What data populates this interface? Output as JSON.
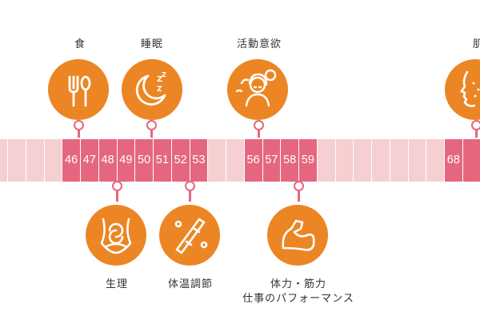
{
  "timeline": {
    "colors": {
      "light_cell": "#f6cfd2",
      "highlight_cell": "#e5677f",
      "badge": "#ec8624"
    },
    "cells": [
      {
        "label": "",
        "highlight": false
      },
      {
        "label": "",
        "highlight": false
      },
      {
        "label": "",
        "highlight": false
      },
      {
        "label": "46",
        "highlight": true
      },
      {
        "label": "47",
        "highlight": true
      },
      {
        "label": "48",
        "highlight": true
      },
      {
        "label": "49",
        "highlight": true
      },
      {
        "label": "50",
        "highlight": true
      },
      {
        "label": "51",
        "highlight": true
      },
      {
        "label": "52",
        "highlight": true
      },
      {
        "label": "53",
        "highlight": true
      },
      {
        "label": "",
        "highlight": false
      },
      {
        "label": "",
        "highlight": false
      },
      {
        "label": "56",
        "highlight": true
      },
      {
        "label": "57",
        "highlight": true
      },
      {
        "label": "58",
        "highlight": true
      },
      {
        "label": "59",
        "highlight": true
      },
      {
        "label": "",
        "highlight": false
      },
      {
        "label": "",
        "highlight": false
      },
      {
        "label": "",
        "highlight": false
      },
      {
        "label": "",
        "highlight": false
      },
      {
        "label": "",
        "highlight": false
      },
      {
        "label": "",
        "highlight": false
      },
      {
        "label": "",
        "highlight": false
      },
      {
        "label": "68",
        "highlight": true
      },
      {
        "label": "",
        "highlight": true
      }
    ]
  },
  "topics": {
    "food": {
      "label": "食",
      "icon": "fork-spoon-icon"
    },
    "sleep": {
      "label": "睡眠",
      "icon": "moon-zzz-icon"
    },
    "motivation": {
      "label": "活動意欲",
      "icon": "tired-woman-icon"
    },
    "skin": {
      "label": "肌",
      "icon": "face-profile-icon"
    },
    "menstruation": {
      "label": "生理",
      "icon": "abdomen-cycle-icon"
    },
    "temperature": {
      "label": "体温調節",
      "icon": "thermometer-icon"
    },
    "strength": {
      "label": "体力・筋力",
      "label2": "仕事のパフォーマンス",
      "icon": "flexed-arm-icon"
    }
  }
}
